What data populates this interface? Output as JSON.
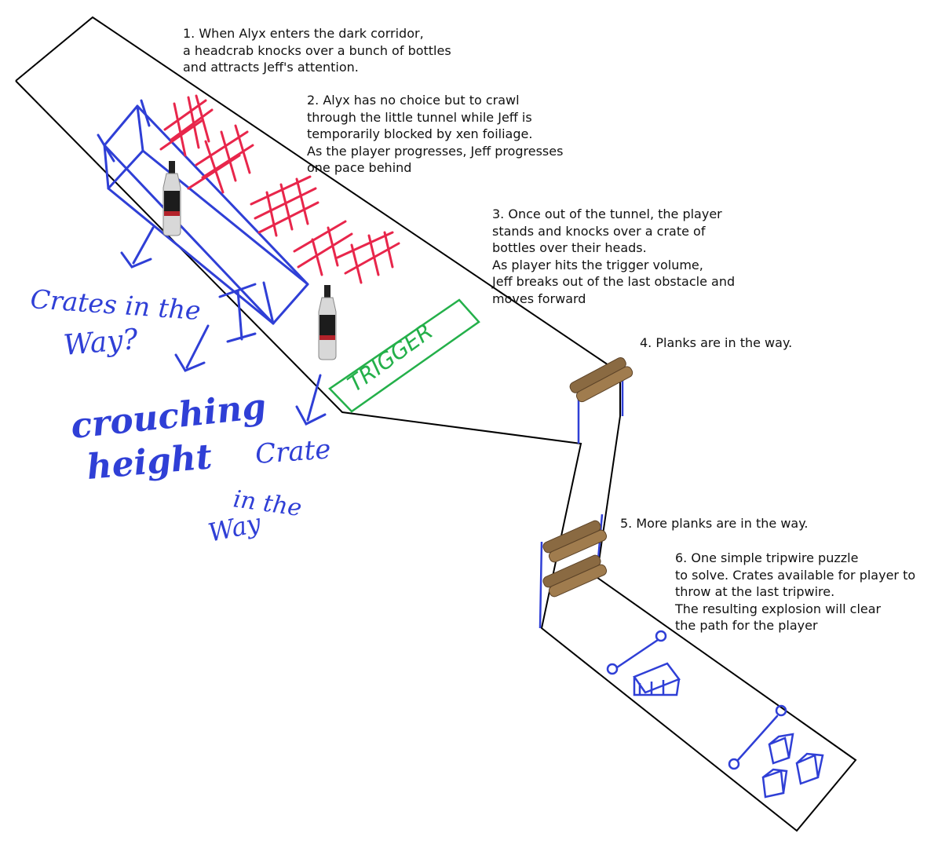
{
  "notes": {
    "n1": "1. When Alyx enters the dark corridor,\na headcrab knocks over a bunch of bottles\nand attracts Jeff's attention.",
    "n2": "2. Alyx has no choice but to crawl\nthrough the little tunnel while Jeff is\ntemporarily blocked by xen foiliage.\nAs the player progresses, Jeff progresses\none pace behind",
    "n3": "3. Once out of the tunnel, the player\nstands and knocks over a crate of\nbottles over their heads.\nAs player hits the trigger volume,\nJeff breaks out of the last obstacle and\nmoves forward",
    "n4": "4. Planks are in the way.",
    "n5": "5. More planks are in the way.",
    "n6": "6. One simple tripwire puzzle\nto solve. Crates available for player to\nthrow at the last tripwire.\nThe resulting explosion will clear\nthe path for the player"
  },
  "handwriting": {
    "crates_1": "Crates in the",
    "crates_2": "Way?",
    "crouch_1": "crouching",
    "crouch_2": "height",
    "crate_1": "Crate",
    "crate_2": "in the",
    "crate_3": "Way",
    "trigger": "TRIGGER"
  },
  "colors": {
    "outline": "#000000",
    "sketch_blue": "#2f3fd6",
    "foliage_red": "#e8264b",
    "trigger_green": "#24b04a",
    "plank_brown": "#8a6a42"
  },
  "icons": [
    "bottle-icon",
    "plank-icon",
    "tripwire-icon",
    "crate-icon"
  ]
}
